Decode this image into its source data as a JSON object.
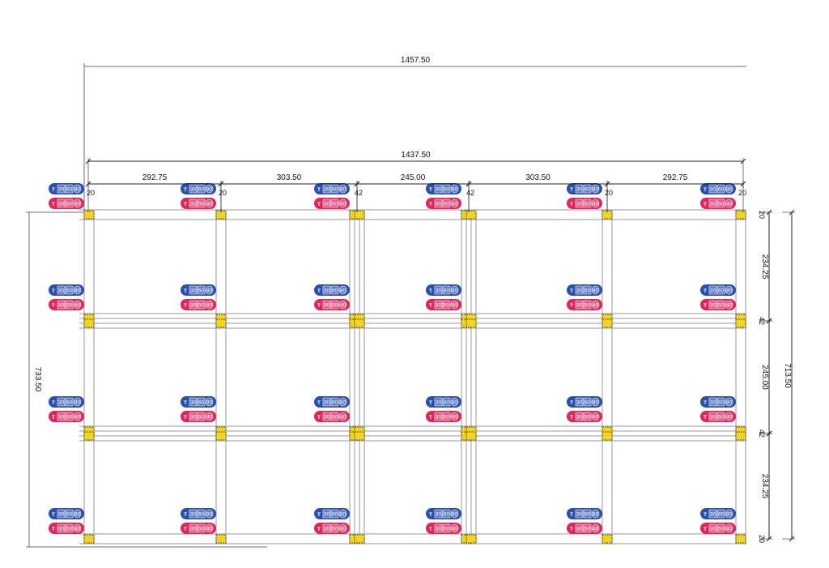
{
  "drawing": {
    "overall_width": "1457.50",
    "inner_width": "1437.50",
    "overall_height": "733.50",
    "inner_height": "713.50",
    "col_spans": [
      "292.75",
      "303.50",
      "245.00",
      "303.50",
      "292.75"
    ],
    "col_post_sizes": [
      "20",
      "20",
      "42",
      "42",
      "20",
      "20"
    ],
    "row_spans": [
      "234.25",
      "245.00",
      "234.25"
    ],
    "row_post_sizes": [
      "20",
      "42",
      "42",
      "20"
    ],
    "colors": {
      "blue": "#2a4fb0",
      "pink": "#e0245e",
      "post": "#f2d51c",
      "beam": "#9a9a9a",
      "dim": "#222222"
    },
    "badge_blue": [
      "30",
      "60",
      "80"
    ],
    "badge_pink": [
      "30",
      "50",
      "40"
    ]
  }
}
